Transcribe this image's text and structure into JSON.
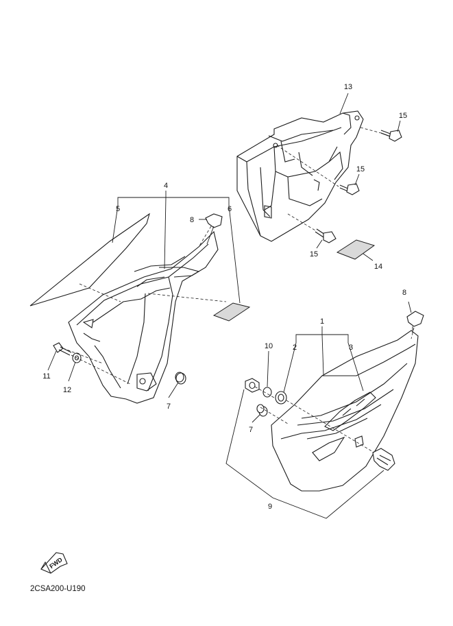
{
  "diagram_code": "2CSA200-U190",
  "fwd_label": "FWD",
  "callouts": {
    "p1": "1",
    "p2": "2",
    "p3": "3",
    "p4": "4",
    "p5": "5",
    "p6": "6",
    "p7a": "7",
    "p7b": "7",
    "p8a": "8",
    "p8b": "8",
    "p9": "9",
    "p10": "10",
    "p11": "11",
    "p12": "12",
    "p13": "13",
    "p14": "14",
    "p15a": "15",
    "p15b": "15",
    "p15c": "15"
  }
}
